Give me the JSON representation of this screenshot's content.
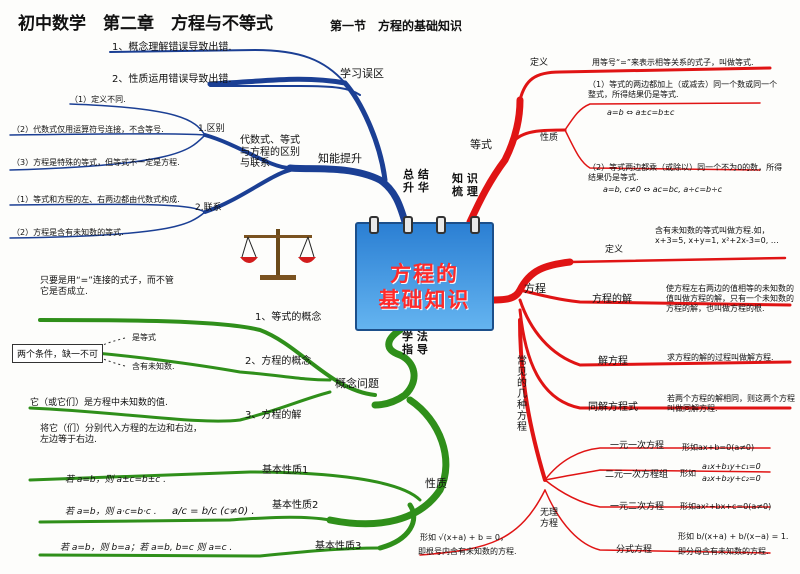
{
  "header": {
    "title": "初中数学　第二章　方程与不等式",
    "section": "第一节　方程的基础知识"
  },
  "center": {
    "line1": "方程的",
    "line2": "基础知识"
  },
  "hubs": {
    "zongjie": "总 结 升 华",
    "zhishi": "知 识 梳 理",
    "xuefa": "学 法 指 导"
  },
  "summary": {
    "xuexi_label": "学习误区",
    "error1": "1、概念理解错误导致出错.",
    "error2": "2、性质运用错误导致出错.",
    "zhineng_label": "知能提升",
    "compare": "代数式、等式与方程的区别与联系",
    "diff_label": "1.区别",
    "diff1": "（1）定义不同.",
    "diff2": "（2）代数式仅用运算符号连接，不含等号.",
    "diff3": "（3）方程是特殊的等式，但等式不一定是方程.",
    "link_label": "2.联系",
    "link1": "（1）等式和方程的左、右两边都由代数式构成.",
    "link2": "（2）方程是含有未知数的等式."
  },
  "knowledge": {
    "dengshi_label": "等式",
    "def_label": "定义",
    "def_text": "用等号“=”来表示相等关系的式子，叫做等式.",
    "prop_label": "性质",
    "prop1": "（1）等式的两边都加上（或减去）同一个数或同一个整式，所得结果仍是等式.",
    "prop1_formula": "a=b ⇔ a±c=b±c",
    "prop2": "（2）等式两边都乘（或除以）同一个不为0的数，所得结果仍是等式.",
    "prop2_formula": "a=b, c≠0 ⇔ ac=bc, a÷c=b÷c",
    "fangcheng_label": "方程",
    "fc_def_label": "定义",
    "fc_def_text": "含有未知数的等式叫做方程.如，x+3=5, x+y=1, x²+2x-3=0, …",
    "solution_label": "方程的解",
    "solution_text": "使方程左右两边的值相等的未知数的值叫做方程的解，只有一个未知数的方程的解，也叫做方程的根.",
    "solve_label": "解方程",
    "solve_text": "求方程的解的过程叫做解方程.",
    "same_label": "同解方程式",
    "same_text": "若两个方程的解相同，则这两个方程叫做同解方程.",
    "common_label": "常见的几种方程",
    "linear1_label": "一元一次方程",
    "linear1_form": "形如ax+b=0(a≠0)",
    "linear2_label": "二元一次方程组",
    "linear2_form_prefix": "形如",
    "linear2_eq1": "a₁x+b₁y+c₁=0",
    "linear2_eq2": "a₂x+b₂y+c₂=0",
    "quad_label": "一元二次方程",
    "quad_form": "形如ax²+bx+c=0(a≠0)",
    "frac_label": "分式方程",
    "frac_form": "形如 b/(x+a) + b/(x−a) = 1.",
    "frac_note": "即分母含有未知数的方程.",
    "irr_label": "无理方程",
    "irr_form": "形如 √(x+a) + b = 0，",
    "irr_note": "即根号内含有未知数的方程."
  },
  "method": {
    "concept_label": "概念问题",
    "c1_label": "1、等式的概念",
    "c1_text": "只要是用“=”连接的式子，而不管它是否成立.",
    "c2_label": "2、方程的概念",
    "c2_a": "是等式",
    "c2_b": "含有未知数.",
    "c2_box": "两个条件，缺一不可",
    "c3_label": "3、方程的解",
    "c3_a": "它（或它们）是方程中未知数的值.",
    "c3_b": "将它（们）分别代入方程的左边和右边，左边等于右边.",
    "prop_label": "性质",
    "p1_label": "基本性质1",
    "p1_text": "若 a=b，则 a±c=b±c .",
    "p2_label": "基本性质2",
    "p2_text": "若 a=b，则 a·c=b·c .",
    "p2_text2": "a/c = b/c (c≠0) .",
    "p3_label": "基本性质3",
    "p3_text": "若 a=b，则 b=a；若 a=b, b=c 则 a=c ."
  },
  "colors": {
    "blue": "#1b3f94",
    "red": "#e01414",
    "green": "#2f8f1a"
  }
}
